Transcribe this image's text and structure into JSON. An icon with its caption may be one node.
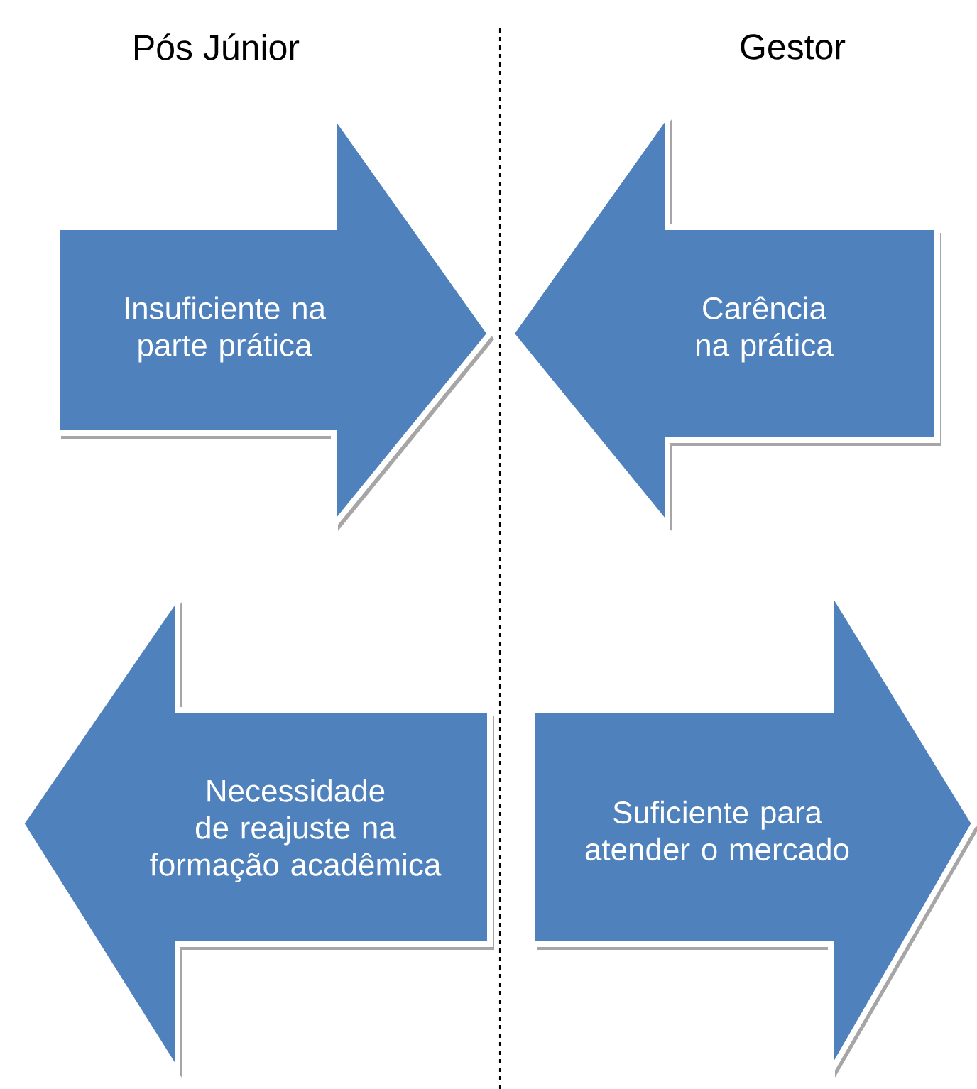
{
  "diagram": {
    "nodes": [
      {
        "text": [
          "Insuficiente na parte prática"
        ]
      },
      {
        "text": [
          "Carência na prática"
        ]
      },
      {
        "text": [
          "Necessidade de reajuste na formação acadêmica"
        ]
      },
      {
        "text": [
          "Suficiente para atender o mercado"
        ]
      }
    ],
    "labels": [
      "Pós Júnior",
      "Gestor"
    ]
  }
}
